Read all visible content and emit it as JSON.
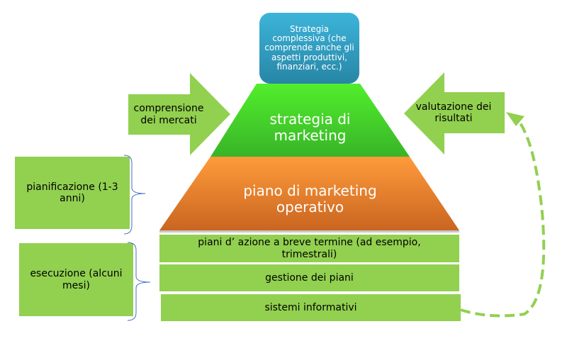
{
  "top_box": "Strategia complessiva (che comprende anche gli aspetti produttivi, finanziari, ecc.)",
  "pyramid": {
    "top": "strategia di marketing",
    "middle": "piano di marketing operativo"
  },
  "layers": [
    "piani d’ azione a breve termine (ad esempio, trimestrali)",
    "gestione dei piani",
    "sistemi informativi"
  ],
  "left_arrow": "comprensione dei mercati",
  "right_arrow": "valutazione dei risultati",
  "side_boxes": {
    "planning": "pianificazione (1-3 anni)",
    "execution": "esecuzione (alcuni mesi)"
  },
  "colors": {
    "green": "#92d050",
    "blue": "#2fa3c8",
    "brace": "#4472c4"
  }
}
